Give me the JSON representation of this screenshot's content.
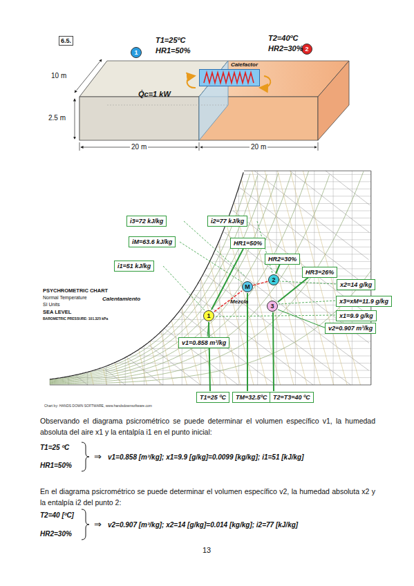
{
  "diagram": {
    "nodes": [
      {
        "text": [
          "6.5."
        ]
      },
      {
        "text": [
          "1"
        ]
      },
      {
        "text": [
          "2"
        ]
      },
      {
        "text": [
          "Calefactor"
        ]
      },
      {
        "text": [
          "i3=72 kJ/kg"
        ]
      },
      {
        "text": [
          "i2=77 kJ/kg"
        ]
      },
      {
        "text": [
          "iM=63.6 kJ/kg"
        ]
      },
      {
        "text": [
          "i1=51 kJ/kg"
        ]
      },
      {
        "text": [
          "HR1=50%"
        ]
      },
      {
        "text": [
          "HR2=30%"
        ]
      },
      {
        "text": [
          "HR3=26%"
        ]
      },
      {
        "text": [
          "x2=14 g/kg"
        ]
      },
      {
        "text": [
          "x3=xM=11.9 g/kg"
        ]
      },
      {
        "text": [
          "x1=9.9 g/kg"
        ]
      },
      {
        "text": [
          "v2=0.907 m³/kg"
        ]
      },
      {
        "text": [
          "v1=0.858 m³/kg"
        ]
      },
      {
        "text": [
          "T1=25 ºC"
        ]
      },
      {
        "text": [
          "TM=32.5ºC"
        ]
      },
      {
        "text": [
          "T2=T3=40 ºC"
        ]
      },
      {
        "text": [
          "1"
        ]
      },
      {
        "text": [
          "M"
        ]
      },
      {
        "text": [
          "2"
        ]
      },
      {
        "text": [
          "3"
        ]
      }
    ],
    "edges": [
      {
        "from": 19,
        "to": 20,
        "arrow": "none"
      },
      {
        "from": 20,
        "to": 21,
        "arrow": "none"
      }
    ],
    "labels": [
      "T1=25ºC",
      "HR1=50%",
      "T2=40ºC",
      "HR2=30%",
      "Q̇c=1 kW",
      "10 m",
      "2.5 m",
      "20 m",
      "20 m",
      "PSYCHROMETRIC CHART",
      "Normal Temperature",
      "SI Units",
      "SEA LEVEL",
      "BAROMETRIC PRESSURE: 101.325 kPa",
      "Calentamiento",
      "Mezcla",
      "Chart by: HANDS DOWN SOFTWARE, www.handsdownsoftware.com",
      "Observando el diagrama psicrométrico se puede determinar el volumen específico v1, la humedad absoluta del aire x1 y la entalpía i1 en el punto inicial:",
      "T1=25 ºC",
      "HR1=50%",
      "⇒",
      "v1=0.858 [m³/kg]; x1=9.9 [g/kg]=0.0099 [kg/kg]; i1=51 [kJ/kg]",
      "En el diagrama psicrométrico se puede determinar el volumen específico v2, la humedad absoluta x2 y la entalpía i2 del punto 2:",
      "T2=40 [ºC]",
      "HR2=30%",
      "⇒",
      "v2=0.907 [m³/kg]; x2=14 [g/kg]=0.014 [kg/kg]; i2=77 [kJ/kg]",
      "13"
    ]
  }
}
